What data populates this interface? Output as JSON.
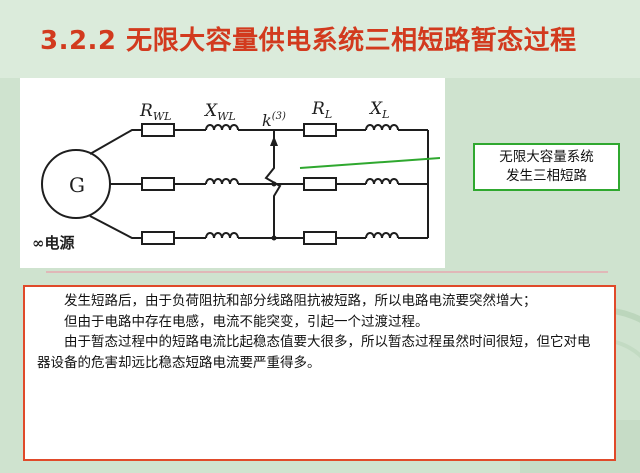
{
  "page": {
    "title": "3.2.2 无限大容量供电系统三相短路暂态过程"
  },
  "diagram": {
    "generator_label": "G",
    "source_label": "∞电源",
    "labels": {
      "r_wl_main": "R",
      "r_wl_sub": "WL",
      "x_wl_main": "X",
      "x_wl_sub": "WL",
      "fault_main": "k",
      "fault_sup": "(3)",
      "r_l_main": "R",
      "r_l_sub": "L",
      "x_l_main": "X",
      "x_l_sub": "L"
    },
    "callout": {
      "line1": "无限大容量系统",
      "line2": "发生三相短路"
    },
    "colors": {
      "wire": "#1e1e1e",
      "callout_border": "#2fa82f",
      "pointer": "#2fa82f"
    }
  },
  "explanation": {
    "paragraphs": [
      "发生短路后，由于负荷阻抗和部分线路阻抗被短路，所以电路电流要突然增大；",
      "但由于电路中存在电感，电流不能突变，引起一个过渡过程。",
      "由于暂态过程中的短路电流比起稳态值要大很多，所以暂态过程虽然时间很短，但它对电器设备的危害却远比稳态短路电流要严重得多。"
    ]
  },
  "colors": {
    "background": "#cfe3cf",
    "title": "#d23a1e",
    "text_border": "#e04a2a",
    "divider": "#e0b8b8"
  }
}
